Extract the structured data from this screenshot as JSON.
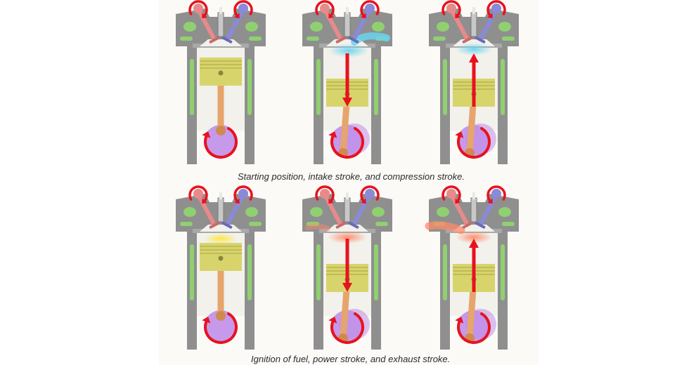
{
  "captions": {
    "top": "Starting position, intake stroke, and compression stroke.",
    "bottom": "Ignition of fuel, power stroke, and exhaust stroke."
  },
  "colors": {
    "block": "#8f8f8f",
    "coolant": "#90d070",
    "piston": "#d8d46c",
    "rod": "#e6a56c",
    "crank": "#c08ee8",
    "intake_valve": "#e88a8a",
    "exhaust_valve": "#8a8ad8",
    "arrow": "#e8121e",
    "fresh_mixture": "#6ad4f0",
    "ignition": "#ffe53a",
    "exhaust_gas": "#ff8a6a"
  },
  "engines": [
    {
      "name": "starting-position",
      "piston": "top",
      "gas": "none",
      "motion": "none"
    },
    {
      "name": "intake-stroke",
      "piston": "bottom",
      "gas": "intake",
      "motion": "down"
    },
    {
      "name": "compression-stroke",
      "piston": "bottom",
      "gas": "compressed",
      "motion": "up"
    },
    {
      "name": "ignition",
      "piston": "top",
      "gas": "ignition",
      "motion": "none"
    },
    {
      "name": "power-stroke",
      "piston": "bottom",
      "gas": "burning",
      "motion": "down"
    },
    {
      "name": "exhaust-stroke",
      "piston": "bottom",
      "gas": "exhaust",
      "motion": "up"
    }
  ]
}
